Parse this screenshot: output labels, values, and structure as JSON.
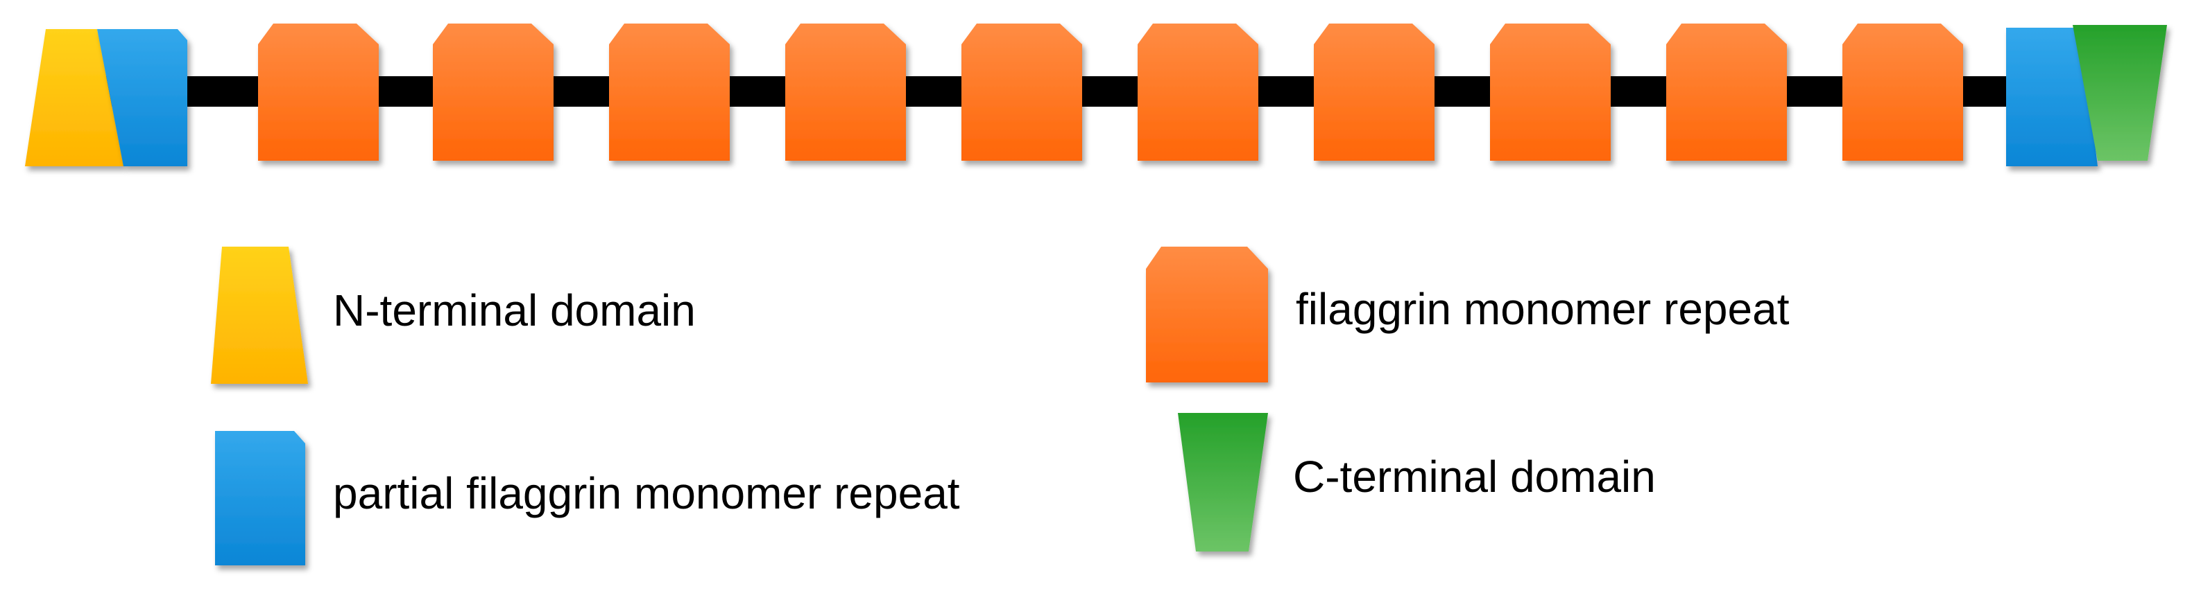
{
  "colors": {
    "backbone": "#000000",
    "n_terminal": "#ffc000",
    "partial_repeat": "#1592e0",
    "monomer_repeat": "#ff6a10",
    "c_terminal": "#2eaa32"
  },
  "protein": {
    "segments": [
      "n-terminal",
      "partial-repeat",
      "monomer-repeat",
      "monomer-repeat",
      "monomer-repeat",
      "monomer-repeat",
      "monomer-repeat",
      "monomer-repeat",
      "monomer-repeat",
      "monomer-repeat",
      "monomer-repeat",
      "monomer-repeat",
      "partial-repeat",
      "c-terminal"
    ],
    "monomer_repeat_count": 10
  },
  "legend": {
    "n_terminal": "N-terminal domain",
    "partial_repeat": "partial filaggrin monomer repeat",
    "monomer_repeat": "filaggrin monomer repeat",
    "c_terminal": "C-terminal domain"
  }
}
